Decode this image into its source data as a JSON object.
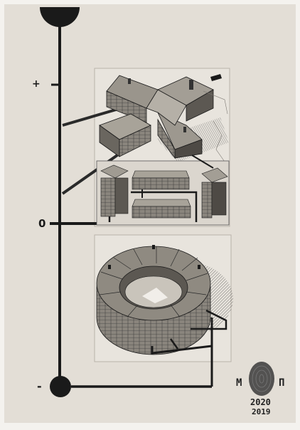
{
  "scale": {
    "plus": "+",
    "zero": "0",
    "minus": "-"
  },
  "signature": {
    "initials": "M",
    "mark": "П",
    "year_top": "2020",
    "year_bottom": "2019"
  },
  "colors": {
    "paper": "#e3ded6",
    "ink": "#1a1a1a",
    "wash": "#7a7670"
  }
}
